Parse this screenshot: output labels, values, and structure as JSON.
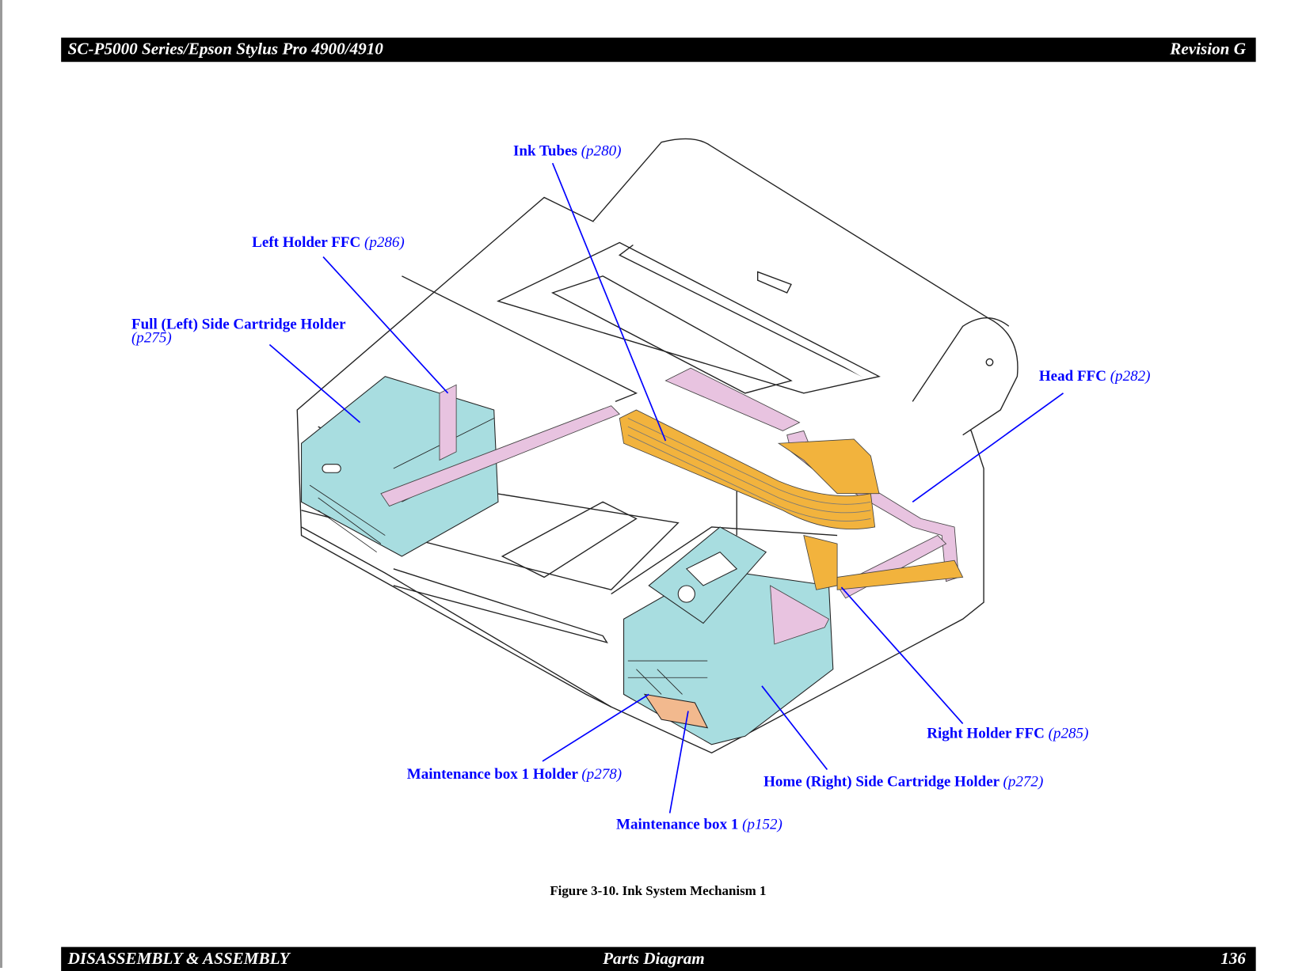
{
  "header": {
    "title": "SC-P5000 Series/Epson Stylus Pro 4900/4910",
    "revision": "Revision G"
  },
  "figure": {
    "caption": "Figure 3-10.  Ink System Mechanism 1",
    "callouts": [
      {
        "name": "Ink Tubes",
        "page": "(p280)"
      },
      {
        "name": "Left Holder FFC",
        "page": "(p286)"
      },
      {
        "name": "Full (Left) Side Cartridge Holder",
        "page": "(p275)"
      },
      {
        "name": "Head FFC",
        "page": "(p282)"
      },
      {
        "name": "Right Holder FFC",
        "page": "(p285)"
      },
      {
        "name": "Home (Right) Side Cartridge Holder",
        "page": "(p272)"
      },
      {
        "name": "Maintenance box 1 Holder",
        "page": "(p278)"
      },
      {
        "name": "Maintenance box 1",
        "page": "(p152)"
      }
    ],
    "colors": {
      "callout": "#0000ff",
      "holder": "#a8dde0",
      "ffc": "#e8c3e0",
      "tubes": "#f2b33d",
      "maintenance_box": "#f2b98e"
    }
  },
  "footer": {
    "section": "DISASSEMBLY & ASSEMBLY",
    "subsection": "Parts Diagram",
    "page_number": "136"
  }
}
